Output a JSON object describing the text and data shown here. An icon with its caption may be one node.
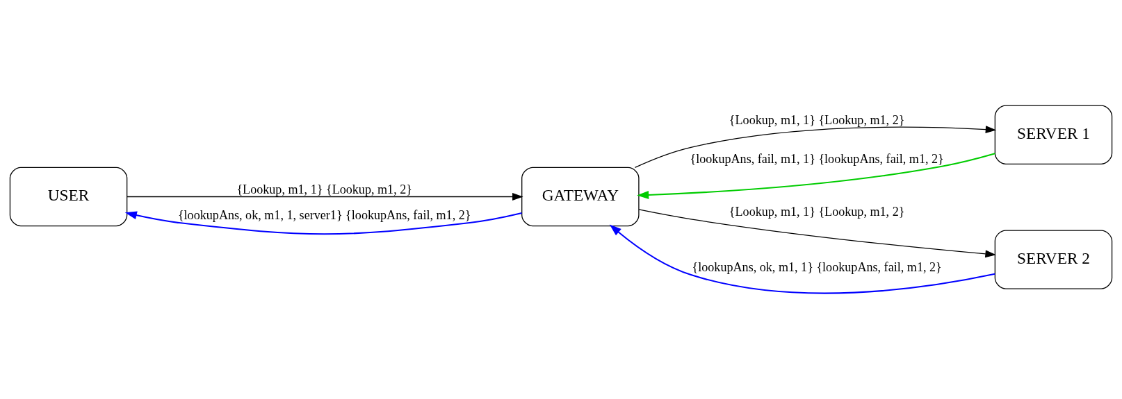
{
  "diagram": {
    "nodes": [
      {
        "text": [
          "USER"
        ]
      },
      {
        "text": [
          "GATEWAY"
        ]
      },
      {
        "text": [
          "SERVER 1"
        ]
      },
      {
        "text": [
          "SERVER 2"
        ]
      }
    ],
    "edges": [
      {
        "from": 0,
        "to": 1,
        "arrow": "to",
        "label": "{Lookup, m1, 1} {Lookup, m1, 2}"
      },
      {
        "from": 1,
        "to": 0,
        "arrow": "to",
        "label": "{lookupAns, ok, m1, 1, server1} {lookupAns, fail, m1, 2}",
        "color": "#0000ff"
      },
      {
        "from": 1,
        "to": 2,
        "arrow": "to",
        "label": "{Lookup, m1, 1} {Lookup, m1, 2}"
      },
      {
        "from": 2,
        "to": 1,
        "arrow": "to",
        "label": "{lookupAns, fail, m1, 1} {lookupAns, fail, m1, 2}",
        "color": "#00cc00"
      },
      {
        "from": 1,
        "to": 3,
        "arrow": "to",
        "label": "{Lookup, m1, 1} {Lookup, m1, 2}"
      },
      {
        "from": 3,
        "to": 1,
        "arrow": "to",
        "label": "{lookupAns, ok, m1, 1} {lookupAns, fail, m1, 2}",
        "color": "#0000ff"
      }
    ]
  }
}
